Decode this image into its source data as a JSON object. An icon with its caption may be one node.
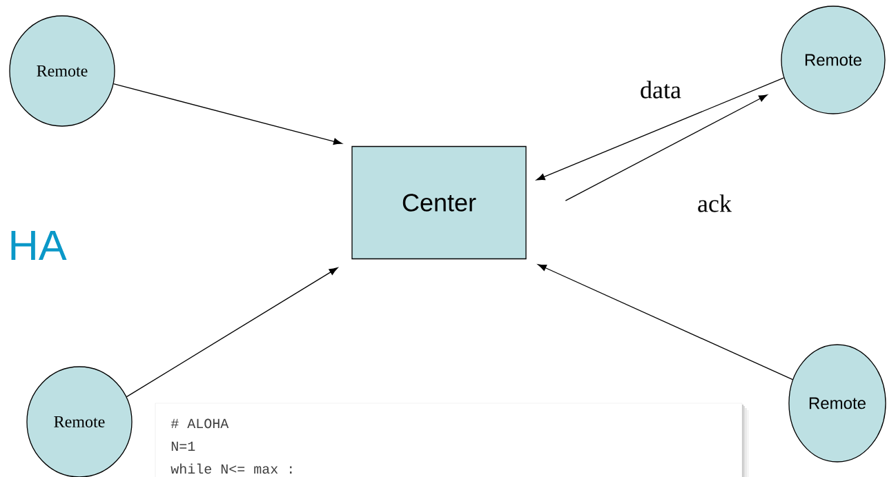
{
  "diagram": {
    "title": "HA",
    "nodes": [
      {
        "text": [
          "Remote"
        ]
      },
      {
        "text": [
          "Remote"
        ]
      },
      {
        "text": [
          "Center"
        ]
      },
      {
        "text": [
          "Remote"
        ]
      },
      {
        "text": [
          "Remote"
        ]
      },
      {
        "text": [
          "# ALOHA",
          "N=1",
          "while N<= max :"
        ]
      }
    ],
    "edges": [
      {
        "from": 0,
        "to": 2,
        "arrow": "to"
      },
      {
        "from": 1,
        "to": 2,
        "arrow": "to",
        "label": "data"
      },
      {
        "from": 2,
        "to": 1,
        "arrow": "to",
        "label": "ack"
      },
      {
        "from": 3,
        "to": 2,
        "arrow": "to"
      },
      {
        "from": 4,
        "to": 2,
        "arrow": "to"
      }
    ]
  }
}
